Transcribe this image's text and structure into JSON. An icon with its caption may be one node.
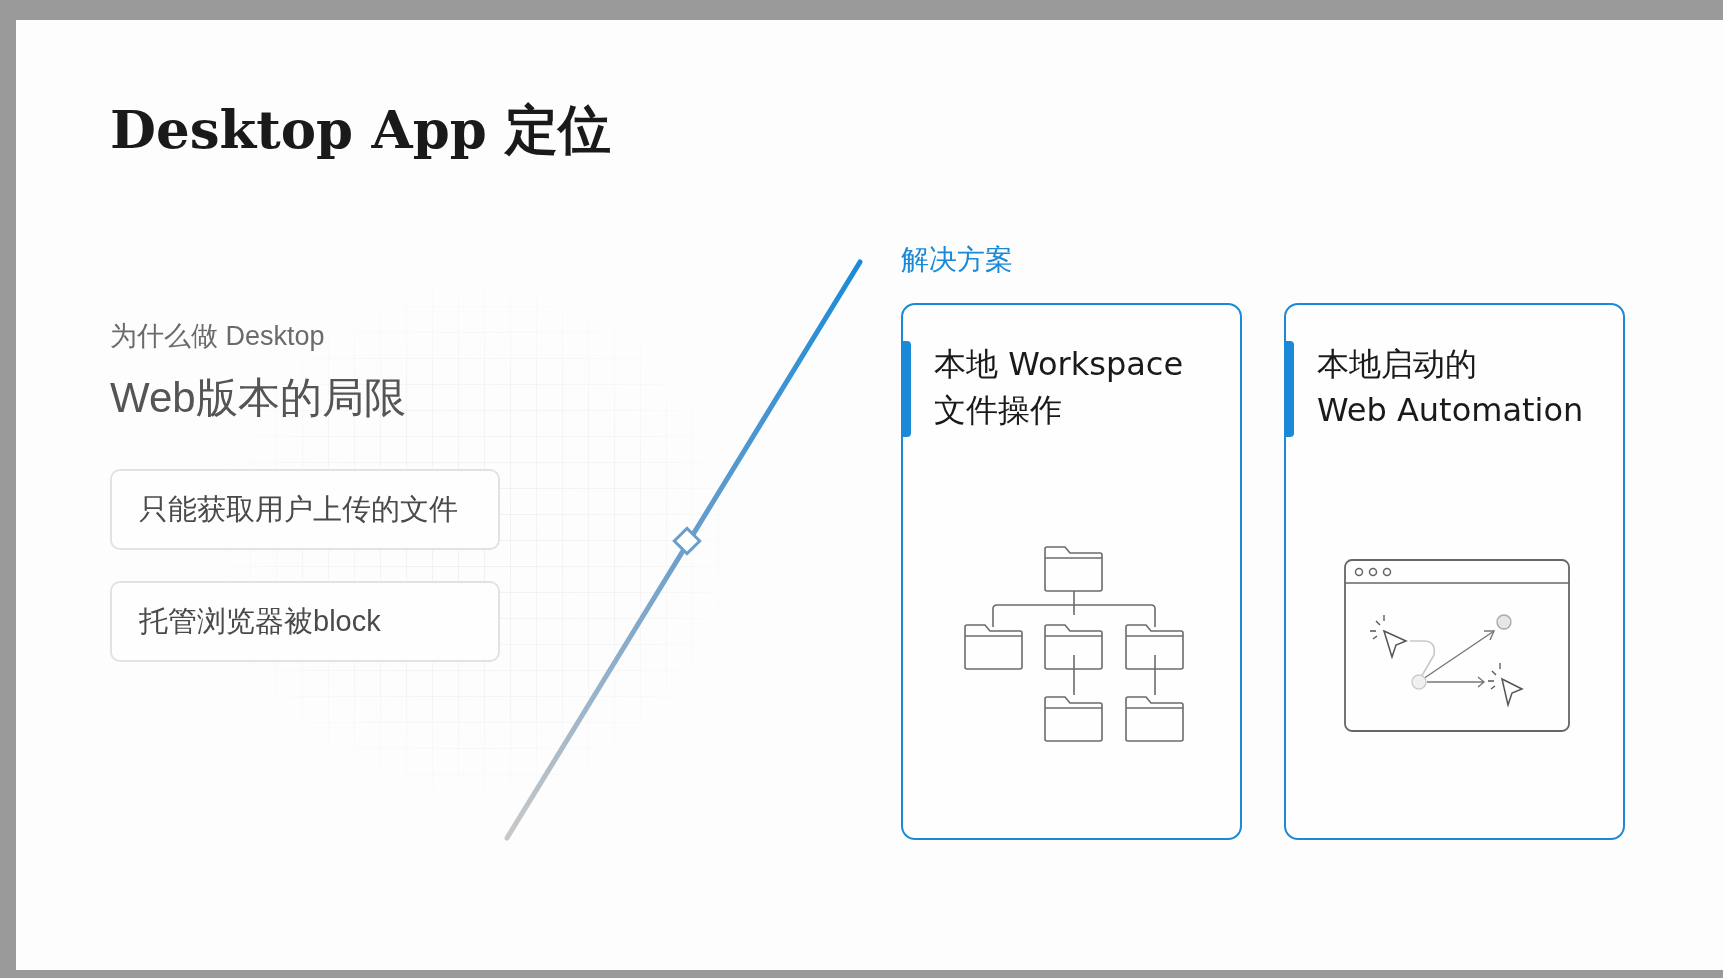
{
  "diagram": {
    "title": "Desktop App 定位",
    "nodes": [
      {
        "text": [
          "只能获取用户上传的文件"
        ]
      },
      {
        "text": [
          "托管浏览器被block"
        ]
      },
      {
        "text": [
          "本地 Workspace 文件操作"
        ]
      },
      {
        "text": [
          "本地启动的 Web Automation"
        ]
      }
    ],
    "labels": [
      "为什么做 Desktop",
      "Web版本的局限",
      "解决方案"
    ]
  }
}
